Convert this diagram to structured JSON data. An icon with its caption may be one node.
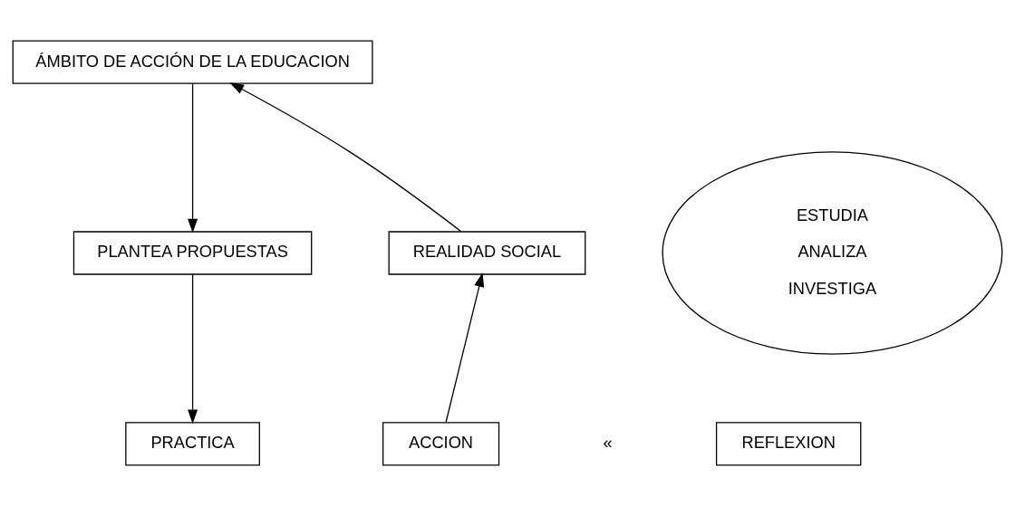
{
  "diagram": {
    "nodes": [
      {
        "text": [
          "ÁMBITO DE ACCIÓN DE LA EDUCACION"
        ]
      },
      {
        "text": [
          "ESTUDIA",
          "ANALIZA",
          "INVESTIGA"
        ]
      },
      {
        "text": [
          "REALIDAD SOCIAL"
        ]
      },
      {
        "text": [
          "PLANTEA PROPUESTAS"
        ]
      },
      {
        "text": [
          "ACCION"
        ]
      },
      {
        "text": [
          "REFLEXION"
        ]
      },
      {
        "text": [
          "PRACTICA"
        ]
      }
    ],
    "edges": [
      {
        "from": 2,
        "to": 0,
        "arrow": "to"
      },
      {
        "from": 0,
        "to": 3,
        "arrow": "to"
      },
      {
        "from": 3,
        "to": 6,
        "arrow": "to"
      },
      {
        "from": 4,
        "to": 2,
        "arrow": "to"
      }
    ],
    "labels": [
      "«"
    ]
  }
}
